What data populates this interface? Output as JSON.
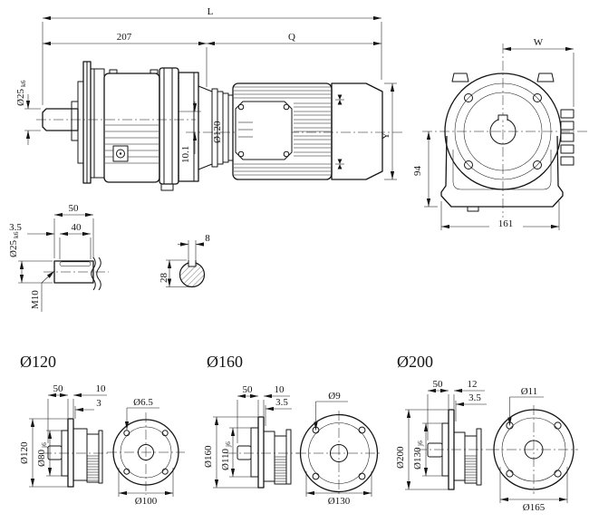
{
  "main_view": {
    "dim_total_length": "L",
    "dim_gearcase_length": "207",
    "dim_motor_section": "Q",
    "shaft_dia": "Ø25",
    "shaft_dia_tol": "k6",
    "mount_flange_dia": "Ø120",
    "dim_offset": "10.1",
    "dim_motor_height": "Y"
  },
  "end_view": {
    "dim_half_width": "W",
    "dim_axis_height": "94",
    "dim_base_width": "161"
  },
  "shaft_detail": {
    "dim_length": "50",
    "dim_end_gap": "3.5",
    "dim_keyway_length": "40",
    "dia": "Ø25",
    "dia_tol": "k6",
    "thread": "M10"
  },
  "key_section": {
    "dim_width": "8",
    "dim_height": "28"
  },
  "flanges": [
    {
      "title": "Ø120",
      "dim_hub_length": "50",
      "dim_plate": "10",
      "dim_spigot_depth": "3",
      "outer_dia": "Ø120",
      "spigot_dia": "Ø80",
      "spigot_tol": "j6",
      "hole_dia": "Ø6.5",
      "bolt_circle_dia": "Ø100"
    },
    {
      "title": "Ø160",
      "dim_hub_length": "50",
      "dim_plate": "10",
      "dim_spigot_depth": "3.5",
      "outer_dia": "Ø160",
      "spigot_dia": "Ø110",
      "spigot_tol": "j6",
      "hole_dia": "Ø9",
      "bolt_circle_dia": "Ø130"
    },
    {
      "title": "Ø200",
      "dim_hub_length": "50",
      "dim_plate": "12",
      "dim_spigot_depth": "3.5",
      "outer_dia": "Ø200",
      "spigot_dia": "Ø130",
      "spigot_tol": "j6",
      "hole_dia": "Ø11",
      "bolt_circle_dia": "Ø165"
    }
  ]
}
